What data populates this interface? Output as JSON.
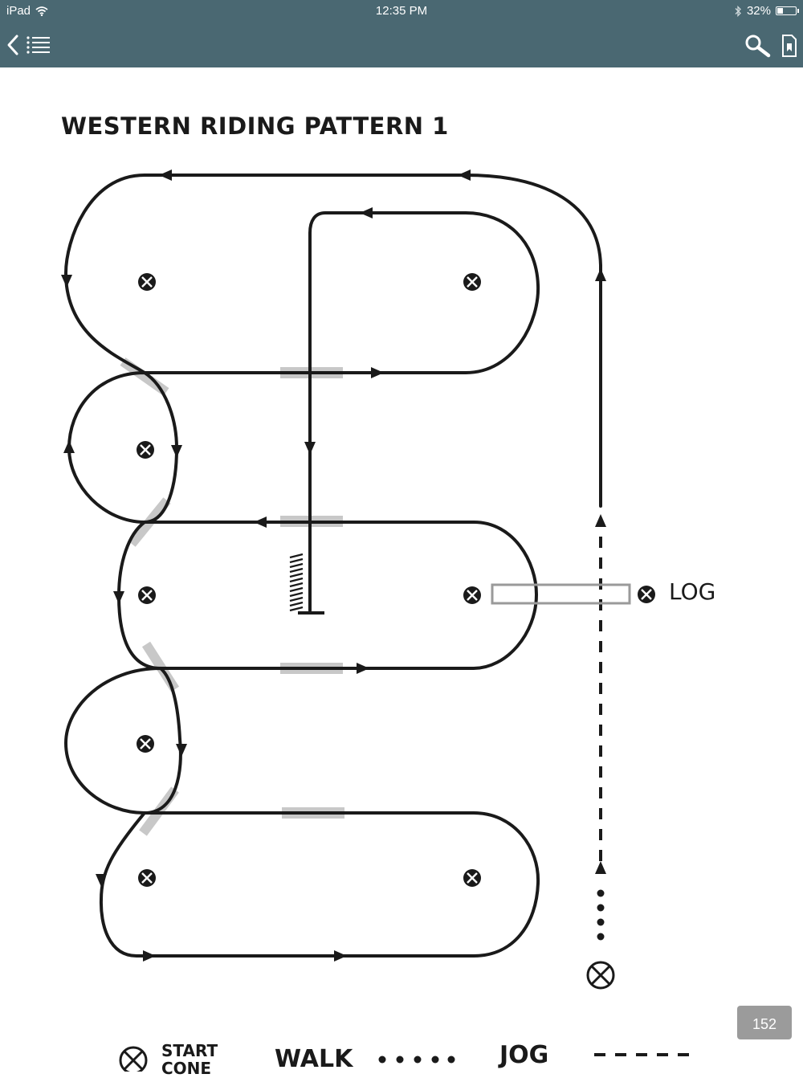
{
  "status_bar": {
    "device": "iPad",
    "time": "12:35 PM",
    "battery_text": "32%",
    "battery_level": 0.32
  },
  "nav": {
    "back_icon": "chevron-left-icon",
    "toc_icon": "list-icon",
    "search_icon": "search-icon",
    "bookmark_icon": "bookmark-icon"
  },
  "page": {
    "title": "WESTERN RIDING PATTERN 1",
    "page_number": "152"
  },
  "diagram": {
    "log_label": "LOG"
  },
  "legend": {
    "start_cone": "START CONE",
    "walk": "WALK",
    "jog": "JOG"
  },
  "colors": {
    "bar": "#4a6872",
    "ink": "#1a1a1a",
    "lead_change_marker": "#c8c8c8",
    "badge": "#9b9b9b"
  }
}
